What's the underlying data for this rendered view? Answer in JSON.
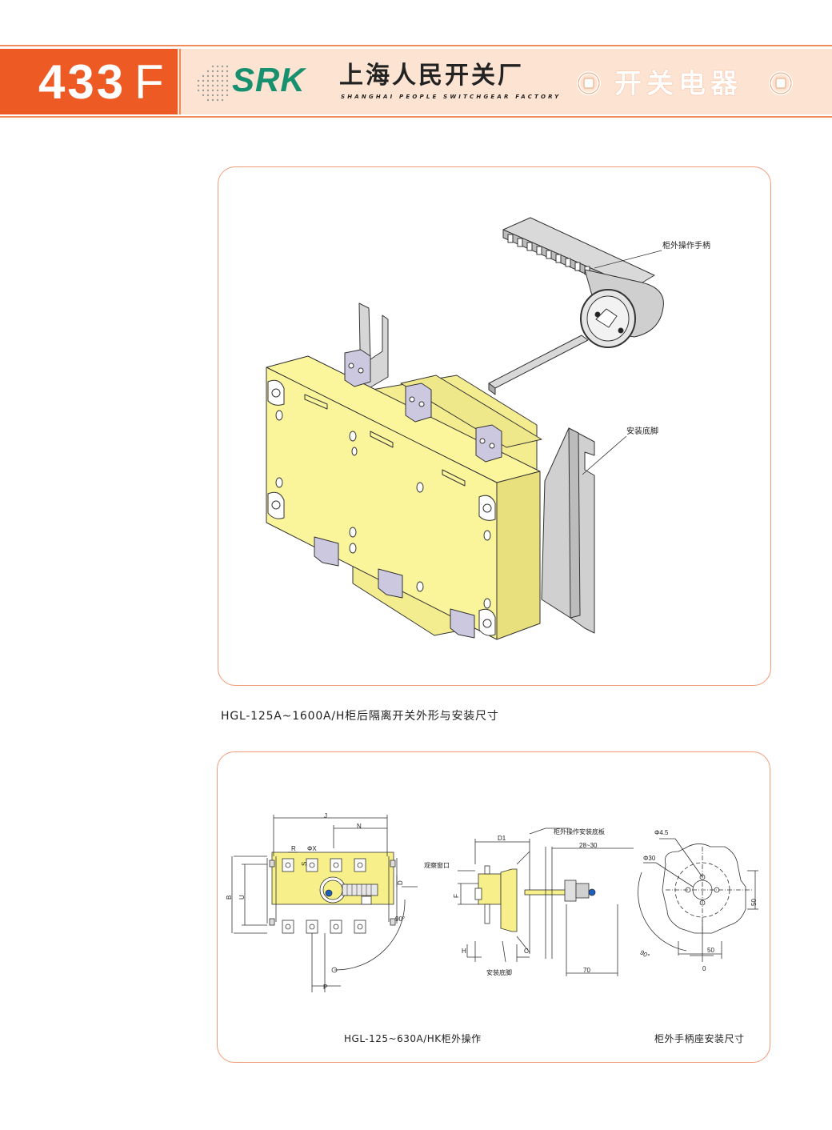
{
  "header": {
    "page_number": "433",
    "page_suffix": "F",
    "brand": "SRK",
    "company_cn": "上海人民开关厂",
    "company_en": "SHANGHAI PEOPLE SWITCHGEAR FACTORY",
    "category": "开关电器",
    "colors": {
      "accent": "#ee5a24",
      "band": "#fde4d2",
      "brand": "#17906f"
    }
  },
  "figure1": {
    "labels": {
      "handle": "柜外操作手柄",
      "mount": "安装底脚"
    },
    "caption": "HGL-125A~1600A/H柜后隔离开关外形与安装尺寸"
  },
  "figure2": {
    "front": {
      "J": "J",
      "N": "N",
      "R": "R",
      "S": "S",
      "X": "ΦX",
      "D": "D",
      "B": "B",
      "U": "U",
      "P": "P",
      "angle": "90°"
    },
    "side": {
      "D1": "D1",
      "plate": "柜外操作安装底板",
      "range": "28~30",
      "window": "观察窗口",
      "F": "F",
      "H": "H",
      "C": "C",
      "mount": "安装底脚",
      "len": "70"
    },
    "cutout": {
      "d1": "Φ4.5",
      "d2": "Φ30",
      "v": "50",
      "h": "50",
      "zero": "0",
      "angle": "90°"
    },
    "caption_left": "HGL-125~630A/HK柜外操作",
    "caption_right": "柜外手柄座安装尺寸"
  }
}
